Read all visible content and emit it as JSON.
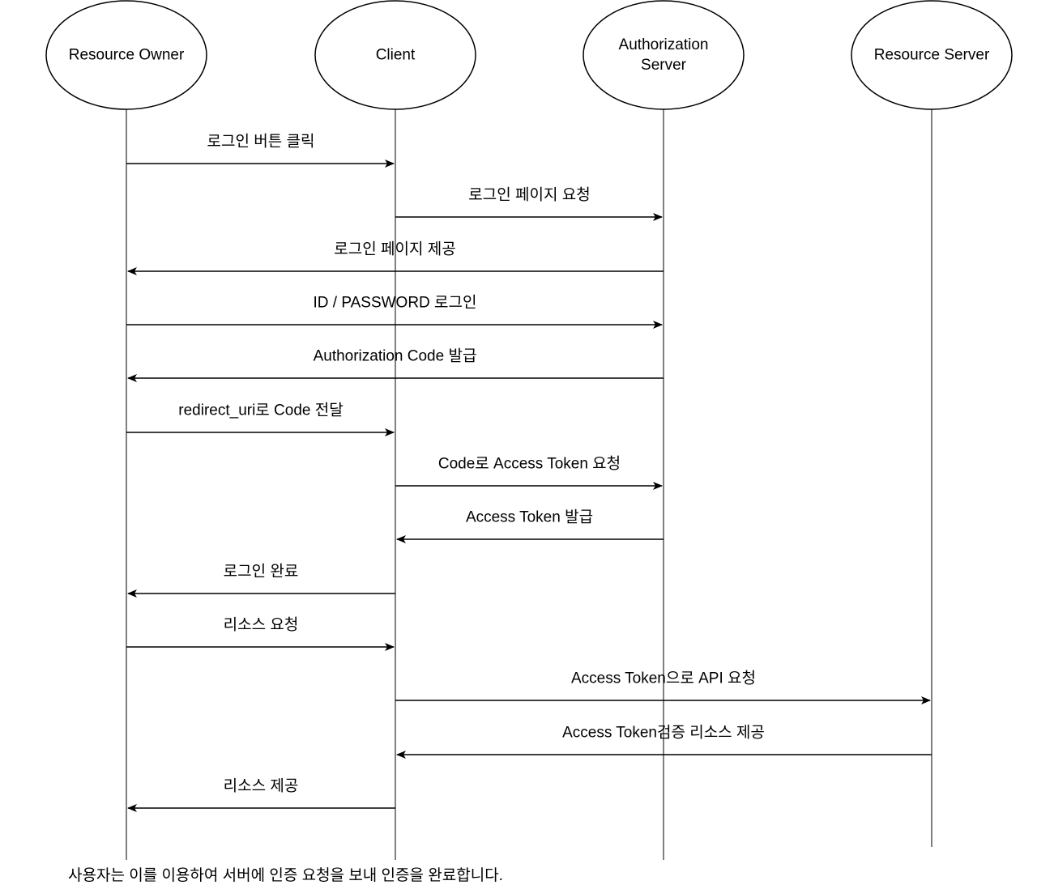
{
  "diagram": {
    "type": "sequence-diagram",
    "actors": [
      {
        "id": "owner",
        "lines": [
          "Resource Owner"
        ]
      },
      {
        "id": "client",
        "lines": [
          "Client"
        ]
      },
      {
        "id": "auth",
        "lines": [
          "Authorization",
          "Server"
        ]
      },
      {
        "id": "resource",
        "lines": [
          "Resource Server"
        ]
      }
    ],
    "messages": [
      {
        "from": "owner",
        "to": "client",
        "label": "로그인 버튼 클릭"
      },
      {
        "from": "client",
        "to": "auth",
        "label": "로그인 페이지 요청"
      },
      {
        "from": "auth",
        "to": "owner",
        "label": "로그인 페이지 제공"
      },
      {
        "from": "owner",
        "to": "auth",
        "label": "ID / PASSWORD 로그인"
      },
      {
        "from": "auth",
        "to": "owner",
        "label": "Authorization Code 발급"
      },
      {
        "from": "owner",
        "to": "client",
        "label": "redirect_uri로 Code 전달"
      },
      {
        "from": "client",
        "to": "auth",
        "label": "Code로 Access Token 요청"
      },
      {
        "from": "auth",
        "to": "client",
        "label": "Access Token 발급"
      },
      {
        "from": "client",
        "to": "owner",
        "label": "로그인 완료"
      },
      {
        "from": "owner",
        "to": "client",
        "label": "리소스 요청"
      },
      {
        "from": "client",
        "to": "resource",
        "label": "Access Token으로 API 요청"
      },
      {
        "from": "resource",
        "to": "client",
        "label": "Access Token검증 리소스 제공"
      },
      {
        "from": "client",
        "to": "owner",
        "label": "리소스 제공"
      }
    ],
    "colors": {
      "line": "#000000",
      "lifeline": "#808080",
      "background": "#ffffff"
    }
  },
  "footer": {
    "note": "사용자는 이를 이용하여 서버에 인증 요청을 보내 인증을 완료합니다."
  }
}
